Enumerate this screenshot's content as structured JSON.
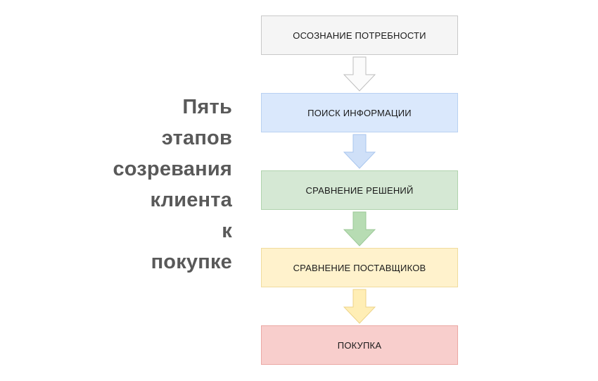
{
  "title": {
    "lines": [
      "Пять",
      "этапов",
      "созревания",
      "клиента",
      "к",
      "покупке"
    ],
    "color": "#595959"
  },
  "flow": {
    "steps": [
      {
        "label": "ОСОЗНАНИЕ ПОТРЕБНОСТИ",
        "fill": "#f5f5f5",
        "stroke": "#c9c9c9",
        "arrow_fill": "#fbfbfb",
        "arrow_stroke": "#bdbdbd"
      },
      {
        "label": "ПОИСК ИНФОРМАЦИИ",
        "fill": "#dae8fc",
        "stroke": "#b9d1f2",
        "arrow_fill": "#cfe0f8",
        "arrow_stroke": "#a9c6ee"
      },
      {
        "label": "СРАВНЕНИЕ РЕШЕНИЙ",
        "fill": "#d5e8d4",
        "stroke": "#b0d3ad",
        "arrow_fill": "#b7dcb3",
        "arrow_stroke": "#9bc897"
      },
      {
        "label": "СРАВНЕНИЕ ПОСТАВЩИКОВ",
        "fill": "#fff2cc",
        "stroke": "#f0dc9e",
        "arrow_fill": "#ffeeb5",
        "arrow_stroke": "#ecd388"
      },
      {
        "label": "ПОКУПКА",
        "fill": "#f8cecc",
        "stroke": "#eba8a4"
      }
    ]
  }
}
